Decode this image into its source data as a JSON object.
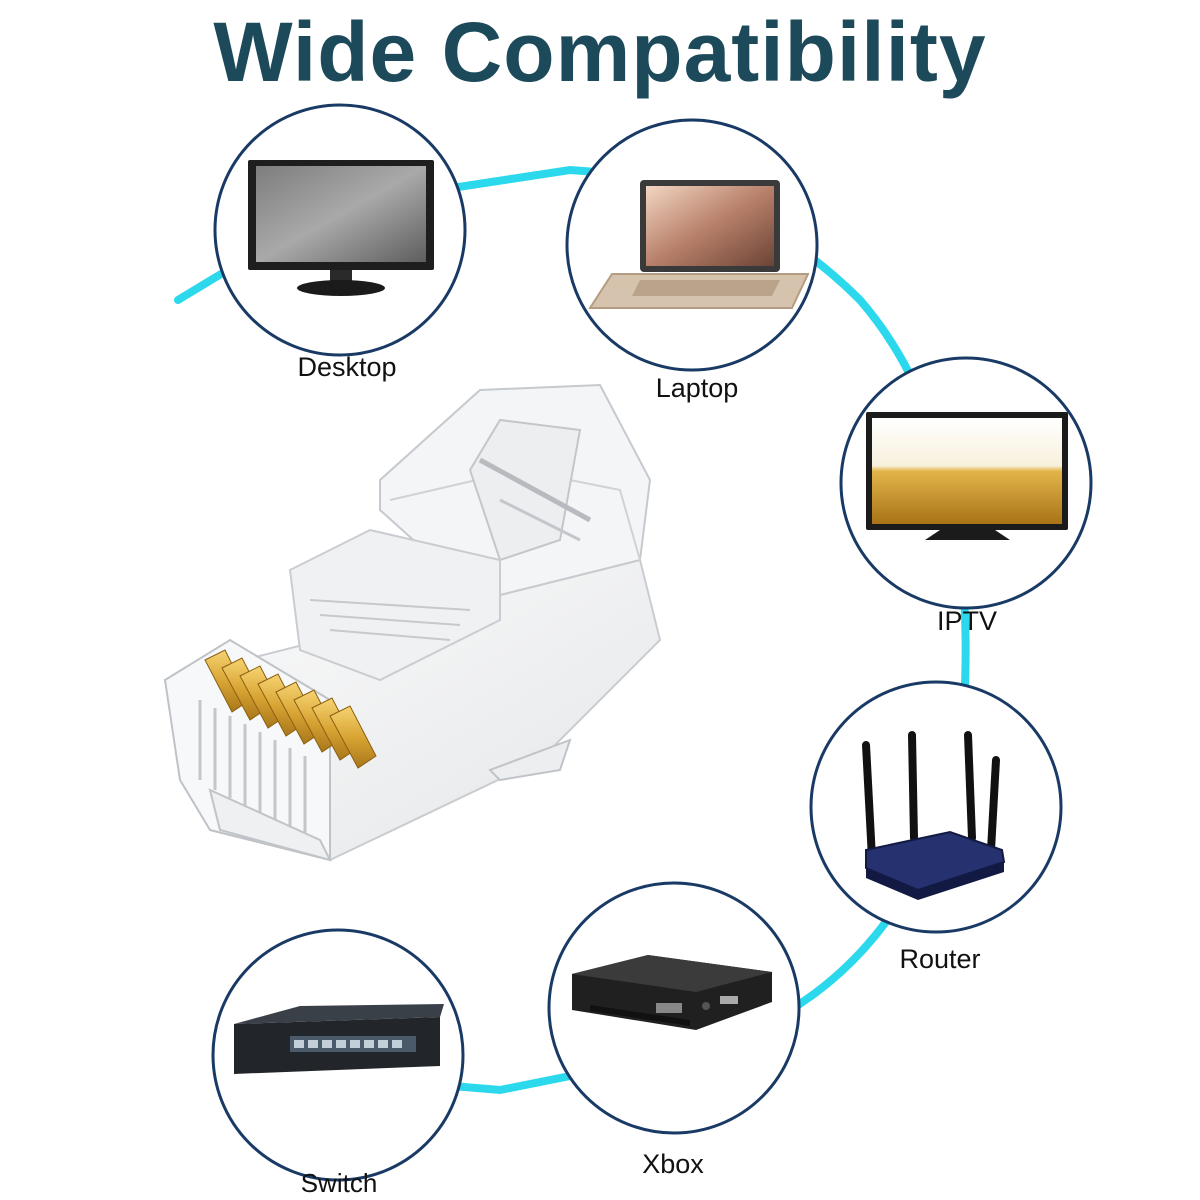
{
  "title": "Wide Compatibility",
  "colors": {
    "title": "#1d4a5a",
    "ring": "#1a3a66",
    "connector_line": "#2cd9ec",
    "contacts": "#d8a534"
  },
  "devices": [
    {
      "label": "Desktop",
      "icon": "monitor-icon"
    },
    {
      "label": "Laptop",
      "icon": "laptop-icon"
    },
    {
      "label": "IPTV",
      "icon": "tv-icon"
    },
    {
      "label": "Router",
      "icon": "router-icon"
    },
    {
      "label": "Xbox",
      "icon": "tv-box-icon"
    },
    {
      "label": "Switch",
      "icon": "network-switch-icon"
    }
  ],
  "product": {
    "name": "rj45-connector",
    "contacts": 8
  }
}
